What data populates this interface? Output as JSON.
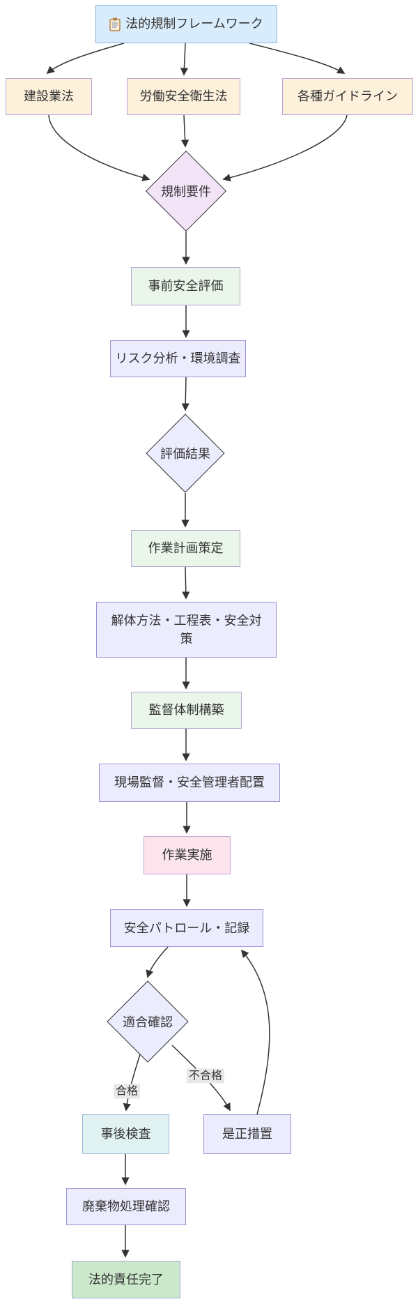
{
  "diagram": {
    "type": "flowchart",
    "direction": "top-down",
    "nodes": {
      "framework": {
        "label": "法的規制フレームワーク",
        "icon": "clipboard-icon",
        "shape": "rect",
        "fill": "#d9ecfb",
        "stroke": "#8ab4dc"
      },
      "kensetsu": {
        "label": "建設業法",
        "shape": "rect",
        "fill": "#fdf1dc",
        "stroke": "#baa3d8"
      },
      "roudou": {
        "label": "労働安全衛生法",
        "shape": "rect",
        "fill": "#fdf1dc",
        "stroke": "#baa3d8"
      },
      "guideline": {
        "label": "各種ガイドライン",
        "shape": "rect",
        "fill": "#fdf1dc",
        "stroke": "#baa3d8"
      },
      "kisei": {
        "label": "規制要件",
        "shape": "diamond",
        "fill": "#f2e3f7",
        "stroke": "#c9a2dd"
      },
      "jizen": {
        "label": "事前安全評価",
        "shape": "rect",
        "fill": "#eaf6ea",
        "stroke": "#b3a8d1"
      },
      "risk": {
        "label": "リスク分析・環境調査",
        "shape": "rect",
        "fill": "#ececff",
        "stroke": "#9f8fd1"
      },
      "hyouka": {
        "label": "評価結果",
        "shape": "diamond",
        "fill": "#ececff",
        "stroke": "#9f8fd1"
      },
      "keikaku": {
        "label": "作業計画策定",
        "shape": "rect",
        "fill": "#eaf6ea",
        "stroke": "#b3a8d1"
      },
      "kaitai": {
        "label": "解体方法・工程表・安全対\n策",
        "shape": "rect",
        "fill": "#ececff",
        "stroke": "#9f8fd1"
      },
      "kantoku": {
        "label": "監督体制構築",
        "shape": "rect",
        "fill": "#eaf6ea",
        "stroke": "#b3a8d1"
      },
      "genba": {
        "label": "現場監督・安全管理者配置",
        "shape": "rect",
        "fill": "#ececff",
        "stroke": "#9f8fd1"
      },
      "jisshi": {
        "label": "作業実施",
        "shape": "rect",
        "fill": "#fbe4ec",
        "stroke": "#c9a8d4"
      },
      "patrol": {
        "label": "安全パトロール・記録",
        "shape": "rect",
        "fill": "#ececff",
        "stroke": "#9f8fd1"
      },
      "tekigou": {
        "label": "適合確認",
        "shape": "diamond",
        "fill": "#ececff",
        "stroke": "#9f8fd1"
      },
      "jigo": {
        "label": "事後検査",
        "shape": "rect",
        "fill": "#e0f2f1",
        "stroke": "#a3b8d8"
      },
      "zesei": {
        "label": "是正措置",
        "shape": "rect",
        "fill": "#ececff",
        "stroke": "#9f8fd1"
      },
      "haiki": {
        "label": "廃棄物処理確認",
        "shape": "rect",
        "fill": "#ececff",
        "stroke": "#9f8fd1"
      },
      "houteki": {
        "label": "法的責任完了",
        "shape": "rect",
        "fill": "#cbe8cb",
        "stroke": "#a0a8d8"
      }
    },
    "edges": [
      {
        "from": "framework",
        "to": "kensetsu"
      },
      {
        "from": "framework",
        "to": "roudou"
      },
      {
        "from": "framework",
        "to": "guideline"
      },
      {
        "from": "kensetsu",
        "to": "kisei"
      },
      {
        "from": "roudou",
        "to": "kisei"
      },
      {
        "from": "guideline",
        "to": "kisei"
      },
      {
        "from": "kisei",
        "to": "jizen"
      },
      {
        "from": "jizen",
        "to": "risk"
      },
      {
        "from": "risk",
        "to": "hyouka"
      },
      {
        "from": "hyouka",
        "to": "keikaku"
      },
      {
        "from": "keikaku",
        "to": "kaitai"
      },
      {
        "from": "kaitai",
        "to": "kantoku"
      },
      {
        "from": "kantoku",
        "to": "genba"
      },
      {
        "from": "genba",
        "to": "jisshi"
      },
      {
        "from": "jisshi",
        "to": "patrol"
      },
      {
        "from": "patrol",
        "to": "tekigou"
      },
      {
        "from": "tekigou",
        "to": "jigo",
        "label": "合格"
      },
      {
        "from": "tekigou",
        "to": "zesei",
        "label": "不合格"
      },
      {
        "from": "zesei",
        "to": "patrol"
      },
      {
        "from": "jigo",
        "to": "haiki"
      },
      {
        "from": "haiki",
        "to": "houteki"
      }
    ],
    "colors": {
      "edge": "#333333",
      "edge_label_bg": "#e8e8e8",
      "text": "#333333"
    }
  }
}
